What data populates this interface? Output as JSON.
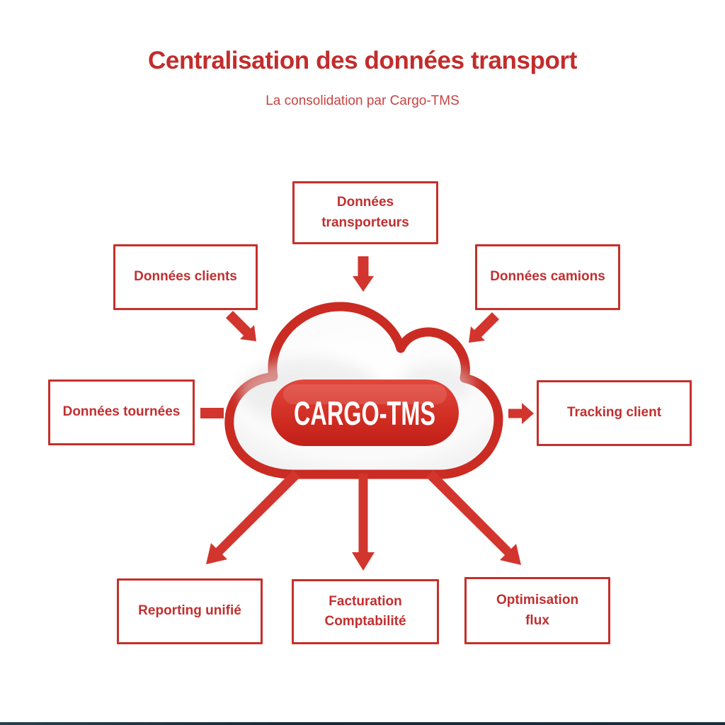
{
  "header": {
    "title": "Centralisation des données transport",
    "subtitle": "La consolidation par Cargo-TMS"
  },
  "cloud": {
    "label": "CARGO-TMS"
  },
  "nodes": {
    "transporteurs": {
      "label": "Données\ntransporteurs"
    },
    "clients": {
      "label": "Données clients"
    },
    "camions": {
      "label": "Données camions"
    },
    "tournees": {
      "label": "Données tournées"
    },
    "tracking": {
      "label": "Tracking client"
    },
    "reporting": {
      "label": "Reporting unifié"
    },
    "facturation": {
      "label": "Facturation\nComptabilité"
    },
    "optimisation": {
      "label": "Optimisation\nflux"
    }
  },
  "colors": {
    "text_red": "#c22f2f",
    "border_red": "#c5302a",
    "arrow_red": "#d2352d",
    "cloud_stroke": "#ca2b23",
    "pill_top": "#e2473c",
    "pill_bottom": "#c02019",
    "footer_bar_left": "#21424f",
    "footer_bar_right": "#182f42"
  }
}
